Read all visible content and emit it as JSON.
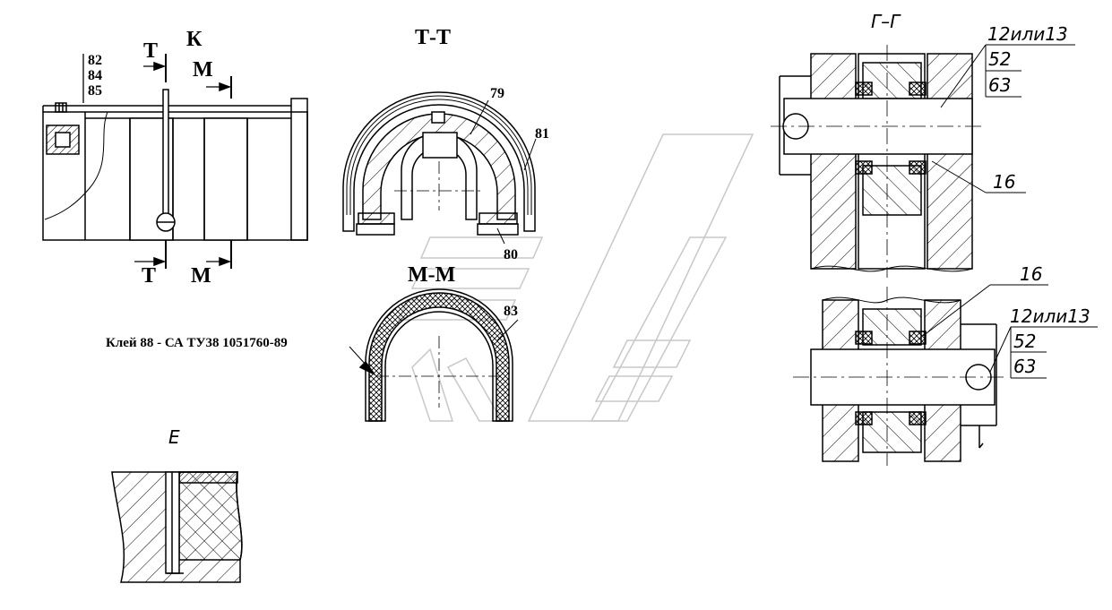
{
  "views": {
    "k": {
      "title": "К",
      "section_t": "Т",
      "section_m": "М",
      "parts": [
        "82",
        "84",
        "85"
      ]
    },
    "tt": {
      "title": "Т-Т",
      "callouts": [
        "79",
        "81",
        "80"
      ]
    },
    "mm": {
      "title": "М-М",
      "callout": "83",
      "glue_note": "Клей 88 - СА ТУ38 1051760-89"
    },
    "e": {
      "title": "Е"
    },
    "gg": {
      "title": "Г–Г",
      "top_refs": [
        "12или13",
        "52",
        "63"
      ],
      "top_callout": "16",
      "mid_callout": "16",
      "bottom_refs": [
        "12или13",
        "52",
        "63"
      ]
    }
  },
  "colors": {
    "line": "#000000",
    "watermark": "#c8c8c8",
    "background": "#ffffff"
  }
}
